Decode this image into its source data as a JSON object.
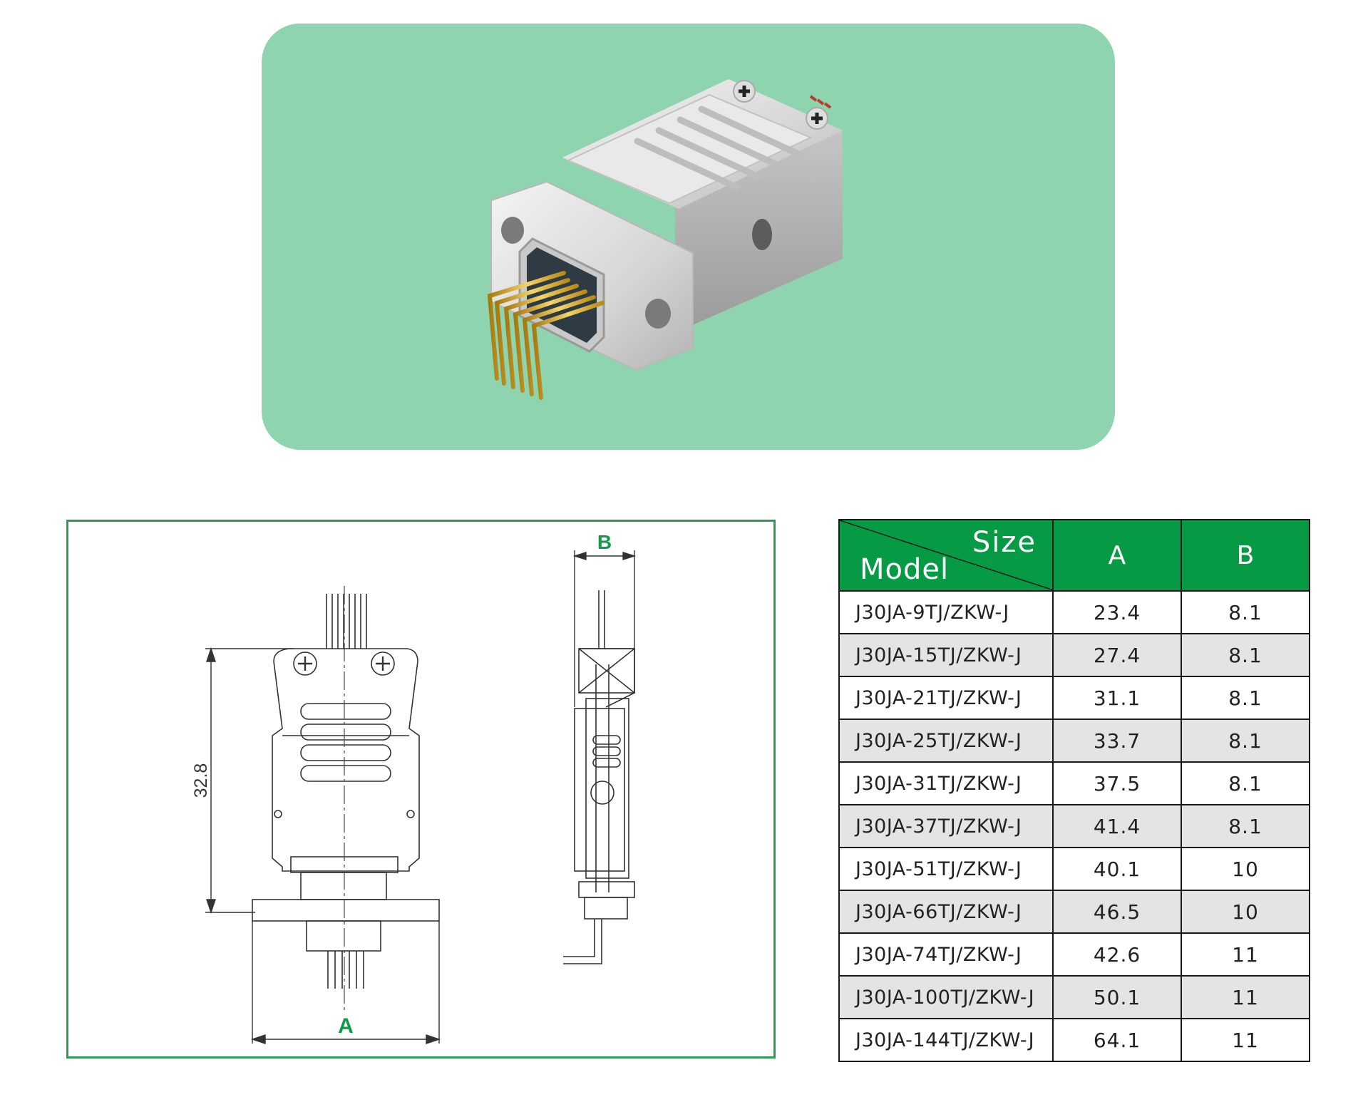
{
  "drawing": {
    "dim_a_label": "A",
    "dim_b_label": "B",
    "dim_height_value": "32.8"
  },
  "table": {
    "header": {
      "corner_size_label": "Size",
      "corner_model_label": "Model",
      "col_a": "A",
      "col_b": "B"
    },
    "rows": [
      {
        "model": "J30JA-9TJ/ZKW-J",
        "a": "23.4",
        "b": "8.1"
      },
      {
        "model": "J30JA-15TJ/ZKW-J",
        "a": "27.4",
        "b": "8.1"
      },
      {
        "model": "J30JA-21TJ/ZKW-J",
        "a": "31.1",
        "b": "8.1"
      },
      {
        "model": "J30JA-25TJ/ZKW-J",
        "a": "33.7",
        "b": "8.1"
      },
      {
        "model": "J30JA-31TJ/ZKW-J",
        "a": "37.5",
        "b": "8.1"
      },
      {
        "model": "J30JA-37TJ/ZKW-J",
        "a": "41.4",
        "b": "8.1"
      },
      {
        "model": "J30JA-51TJ/ZKW-J",
        "a": "40.1",
        "b": "10"
      },
      {
        "model": "J30JA-66TJ/ZKW-J",
        "a": "46.5",
        "b": "10"
      },
      {
        "model": "J30JA-74TJ/ZKW-J",
        "a": "42.6",
        "b": "11"
      },
      {
        "model": "J30JA-100TJ/ZKW-J",
        "a": "50.1",
        "b": "11"
      },
      {
        "model": "J30JA-144TJ/ZKW-J",
        "a": "64.1",
        "b": "11"
      }
    ]
  },
  "colors": {
    "hero_background": "#8ed4ae",
    "accent_green": "#069a44",
    "frame_green": "#2e9a55",
    "row_stripe": "#e4e4e4"
  }
}
